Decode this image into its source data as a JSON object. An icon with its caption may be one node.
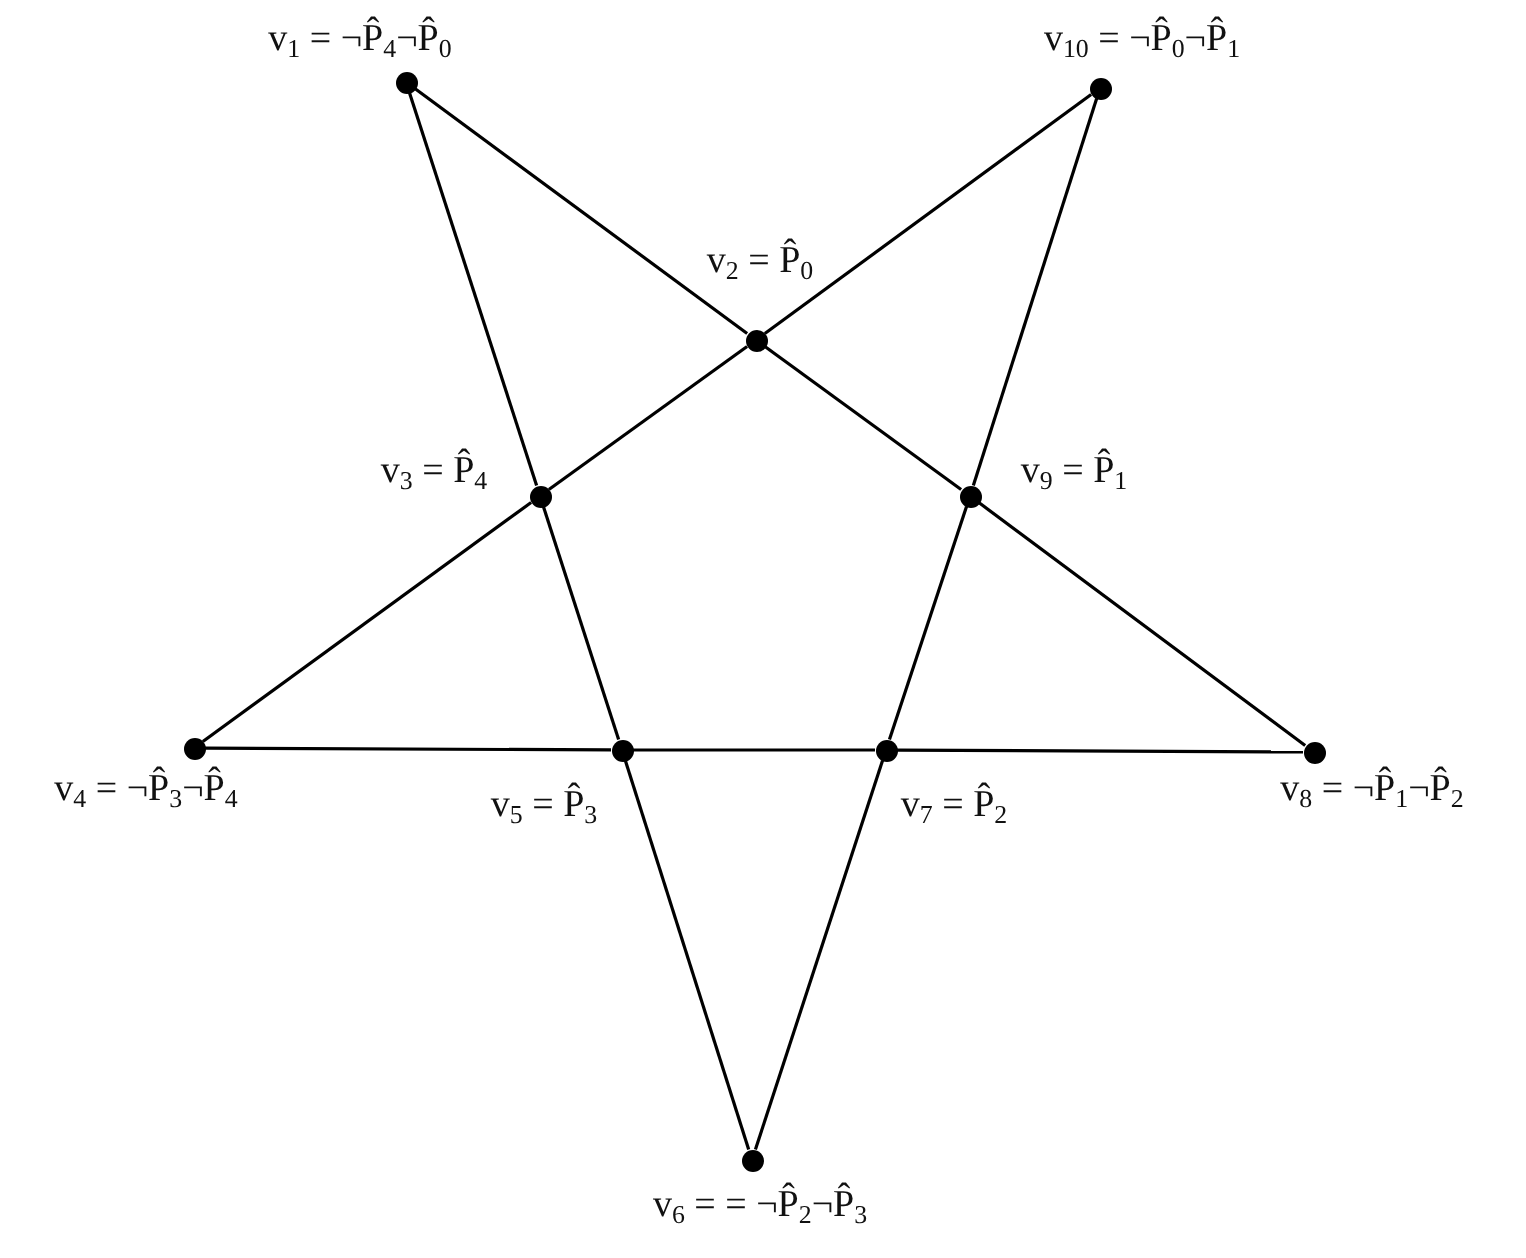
{
  "diagram": {
    "nodes": [
      {
        "text": [],
        "shape": "circle",
        "beside": [
          "v$_{1}$ = ¬P̂$_{4}$¬P̂$_{0}$"
        ]
      },
      {
        "text": [],
        "shape": "circle",
        "beside": [
          "v$_{2}$ = P̂$_{0}$"
        ]
      },
      {
        "text": [],
        "shape": "circle",
        "beside": [
          "v$_{3}$ = P̂$_{4}$"
        ]
      },
      {
        "text": [],
        "shape": "circle",
        "beside": [
          "v$_{4}$ = ¬P̂$_{3}$¬P̂$_{4}$"
        ]
      },
      {
        "text": [],
        "shape": "circle",
        "beside": [
          "v$_{5}$ = P̂$_{3}$"
        ]
      },
      {
        "text": [],
        "shape": "circle",
        "beside": [
          "v$_{6}$ = = ¬P̂$_{2}$¬P̂$_{3}$"
        ]
      },
      {
        "text": [],
        "shape": "circle",
        "beside": [
          "v$_{7}$ = P̂$_{2}$"
        ]
      },
      {
        "text": [],
        "shape": "circle",
        "beside": [
          "v$_{8}$ = ¬P̂$_{1}$¬P̂$_{2}$"
        ]
      },
      {
        "text": [],
        "shape": "circle",
        "beside": [
          "v$_{9}$ = P̂$_{1}$"
        ]
      },
      {
        "text": [],
        "shape": "circle",
        "beside": [
          "v$_{10}$ = ¬P̂$_{0}$¬P̂$_{1}$"
        ]
      }
    ],
    "edges": [
      {
        "from": 0,
        "to": 2,
        "arrow": "none"
      },
      {
        "from": 2,
        "to": 4,
        "arrow": "none"
      },
      {
        "from": 4,
        "to": 5,
        "arrow": "none"
      },
      {
        "from": 0,
        "to": 1,
        "arrow": "none"
      },
      {
        "from": 1,
        "to": 8,
        "arrow": "none"
      },
      {
        "from": 8,
        "to": 7,
        "arrow": "none"
      },
      {
        "from": 9,
        "to": 1,
        "arrow": "none"
      },
      {
        "from": 1,
        "to": 2,
        "arrow": "none"
      },
      {
        "from": 2,
        "to": 3,
        "arrow": "none"
      },
      {
        "from": 9,
        "to": 8,
        "arrow": "none"
      },
      {
        "from": 8,
        "to": 6,
        "arrow": "none"
      },
      {
        "from": 6,
        "to": 5,
        "arrow": "none"
      },
      {
        "from": 3,
        "to": 4,
        "arrow": "none"
      },
      {
        "from": 4,
        "to": 6,
        "arrow": "none"
      },
      {
        "from": 6,
        "to": 7,
        "arrow": "none"
      }
    ]
  }
}
